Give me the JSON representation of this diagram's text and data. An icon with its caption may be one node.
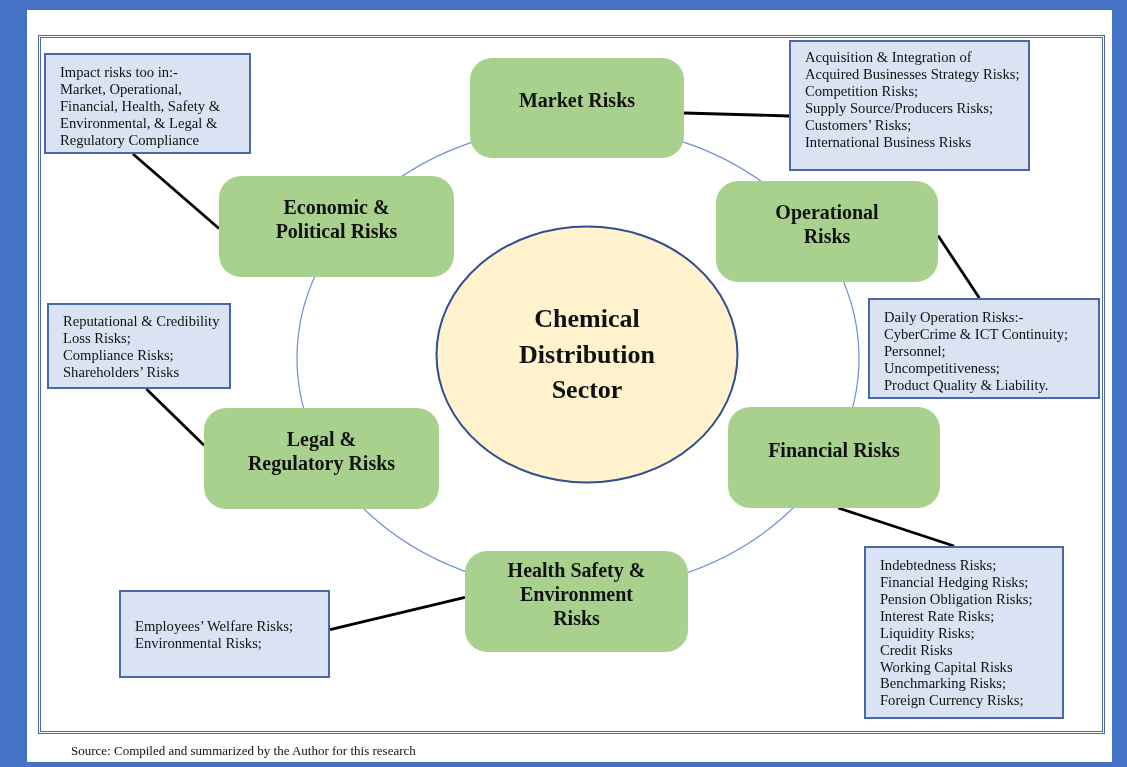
{
  "diagram": {
    "caption": "Source: Compiled and summarized by the Author for this research",
    "nodes": [
      {
        "text": [
          "Chemical Distribution Sector"
        ]
      },
      {
        "text": [
          "Market Risks"
        ]
      },
      {
        "text": [
          "Operational Risks"
        ]
      },
      {
        "text": [
          "Financial Risks"
        ]
      },
      {
        "text": [
          "Health Safety & Environment Risks"
        ]
      },
      {
        "text": [
          "Legal & Regulatory Risks"
        ]
      },
      {
        "text": [
          "Economic & Political Risks"
        ]
      },
      {
        "text": [
          "Impact risks too in:-",
          "Market, Operational, Financial, Health, Safety & Environmental, & Legal & Regulatory Compliance"
        ]
      },
      {
        "text": [
          "Acquisition & Integration of Acquired Businesses Strategy Risks;",
          "Competition Risks;",
          "Supply Source/Producers Risks;",
          "Customers’ Risks;",
          "International Business Risks"
        ]
      },
      {
        "text": [
          "Daily Operation Risks:-",
          "CyberCrime & ICT Continuity;",
          "Personnel;",
          "Uncompetitiveness;",
          "Product Quality & Liability."
        ]
      },
      {
        "text": [
          "Indebtedness Risks;",
          "Financial Hedging Risks;",
          "Pension Obligation Risks;",
          "Interest Rate Risks;",
          "Liquidity Risks;",
          "Credit Risks",
          "Working Capital Risks",
          "Benchmarking Risks;",
          "Foreign Currency Risks;"
        ]
      },
      {
        "text": [
          "Employees’ Welfare Risks;",
          "Environmental Risks;"
        ]
      },
      {
        "text": [
          "Reputational & Credibility Loss Risks;",
          "Compliance Risks;",
          "Shareholders’ Risks"
        ]
      }
    ],
    "edges": [
      {
        "from": 1,
        "to": 8,
        "arrow": "none"
      },
      {
        "from": 2,
        "to": 9,
        "arrow": "none"
      },
      {
        "from": 3,
        "to": 10,
        "arrow": "none"
      },
      {
        "from": 4,
        "to": 11,
        "arrow": "none"
      },
      {
        "from": 5,
        "to": 12,
        "arrow": "none"
      },
      {
        "from": 6,
        "to": 7,
        "arrow": "none"
      }
    ]
  }
}
